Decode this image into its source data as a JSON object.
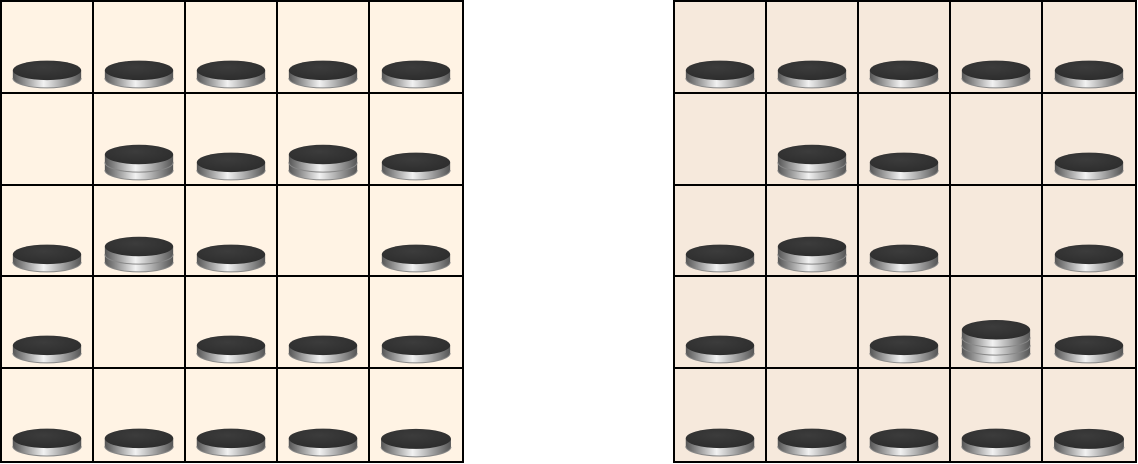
{
  "boards": [
    {
      "id": "left",
      "background": "#fff3e4",
      "grid": [
        [
          1,
          1,
          1,
          1,
          1
        ],
        [
          0,
          2,
          1,
          2,
          1
        ],
        [
          1,
          2,
          1,
          0,
          1
        ],
        [
          1,
          0,
          1,
          1,
          1
        ],
        [
          1,
          1,
          1,
          1,
          1
        ]
      ]
    },
    {
      "id": "right",
      "background": "#f6e9dc",
      "grid": [
        [
          1,
          1,
          1,
          1,
          1
        ],
        [
          0,
          2,
          1,
          0,
          1
        ],
        [
          1,
          2,
          1,
          0,
          1
        ],
        [
          1,
          0,
          1,
          3,
          1
        ],
        [
          1,
          1,
          1,
          1,
          1
        ]
      ]
    }
  ],
  "colors": {
    "grid_line": "#000000",
    "piece_top": "#2b2b2b",
    "piece_side_light": "#f2f2f2",
    "piece_side_dark": "#555555",
    "piece_ring": "#888888"
  }
}
